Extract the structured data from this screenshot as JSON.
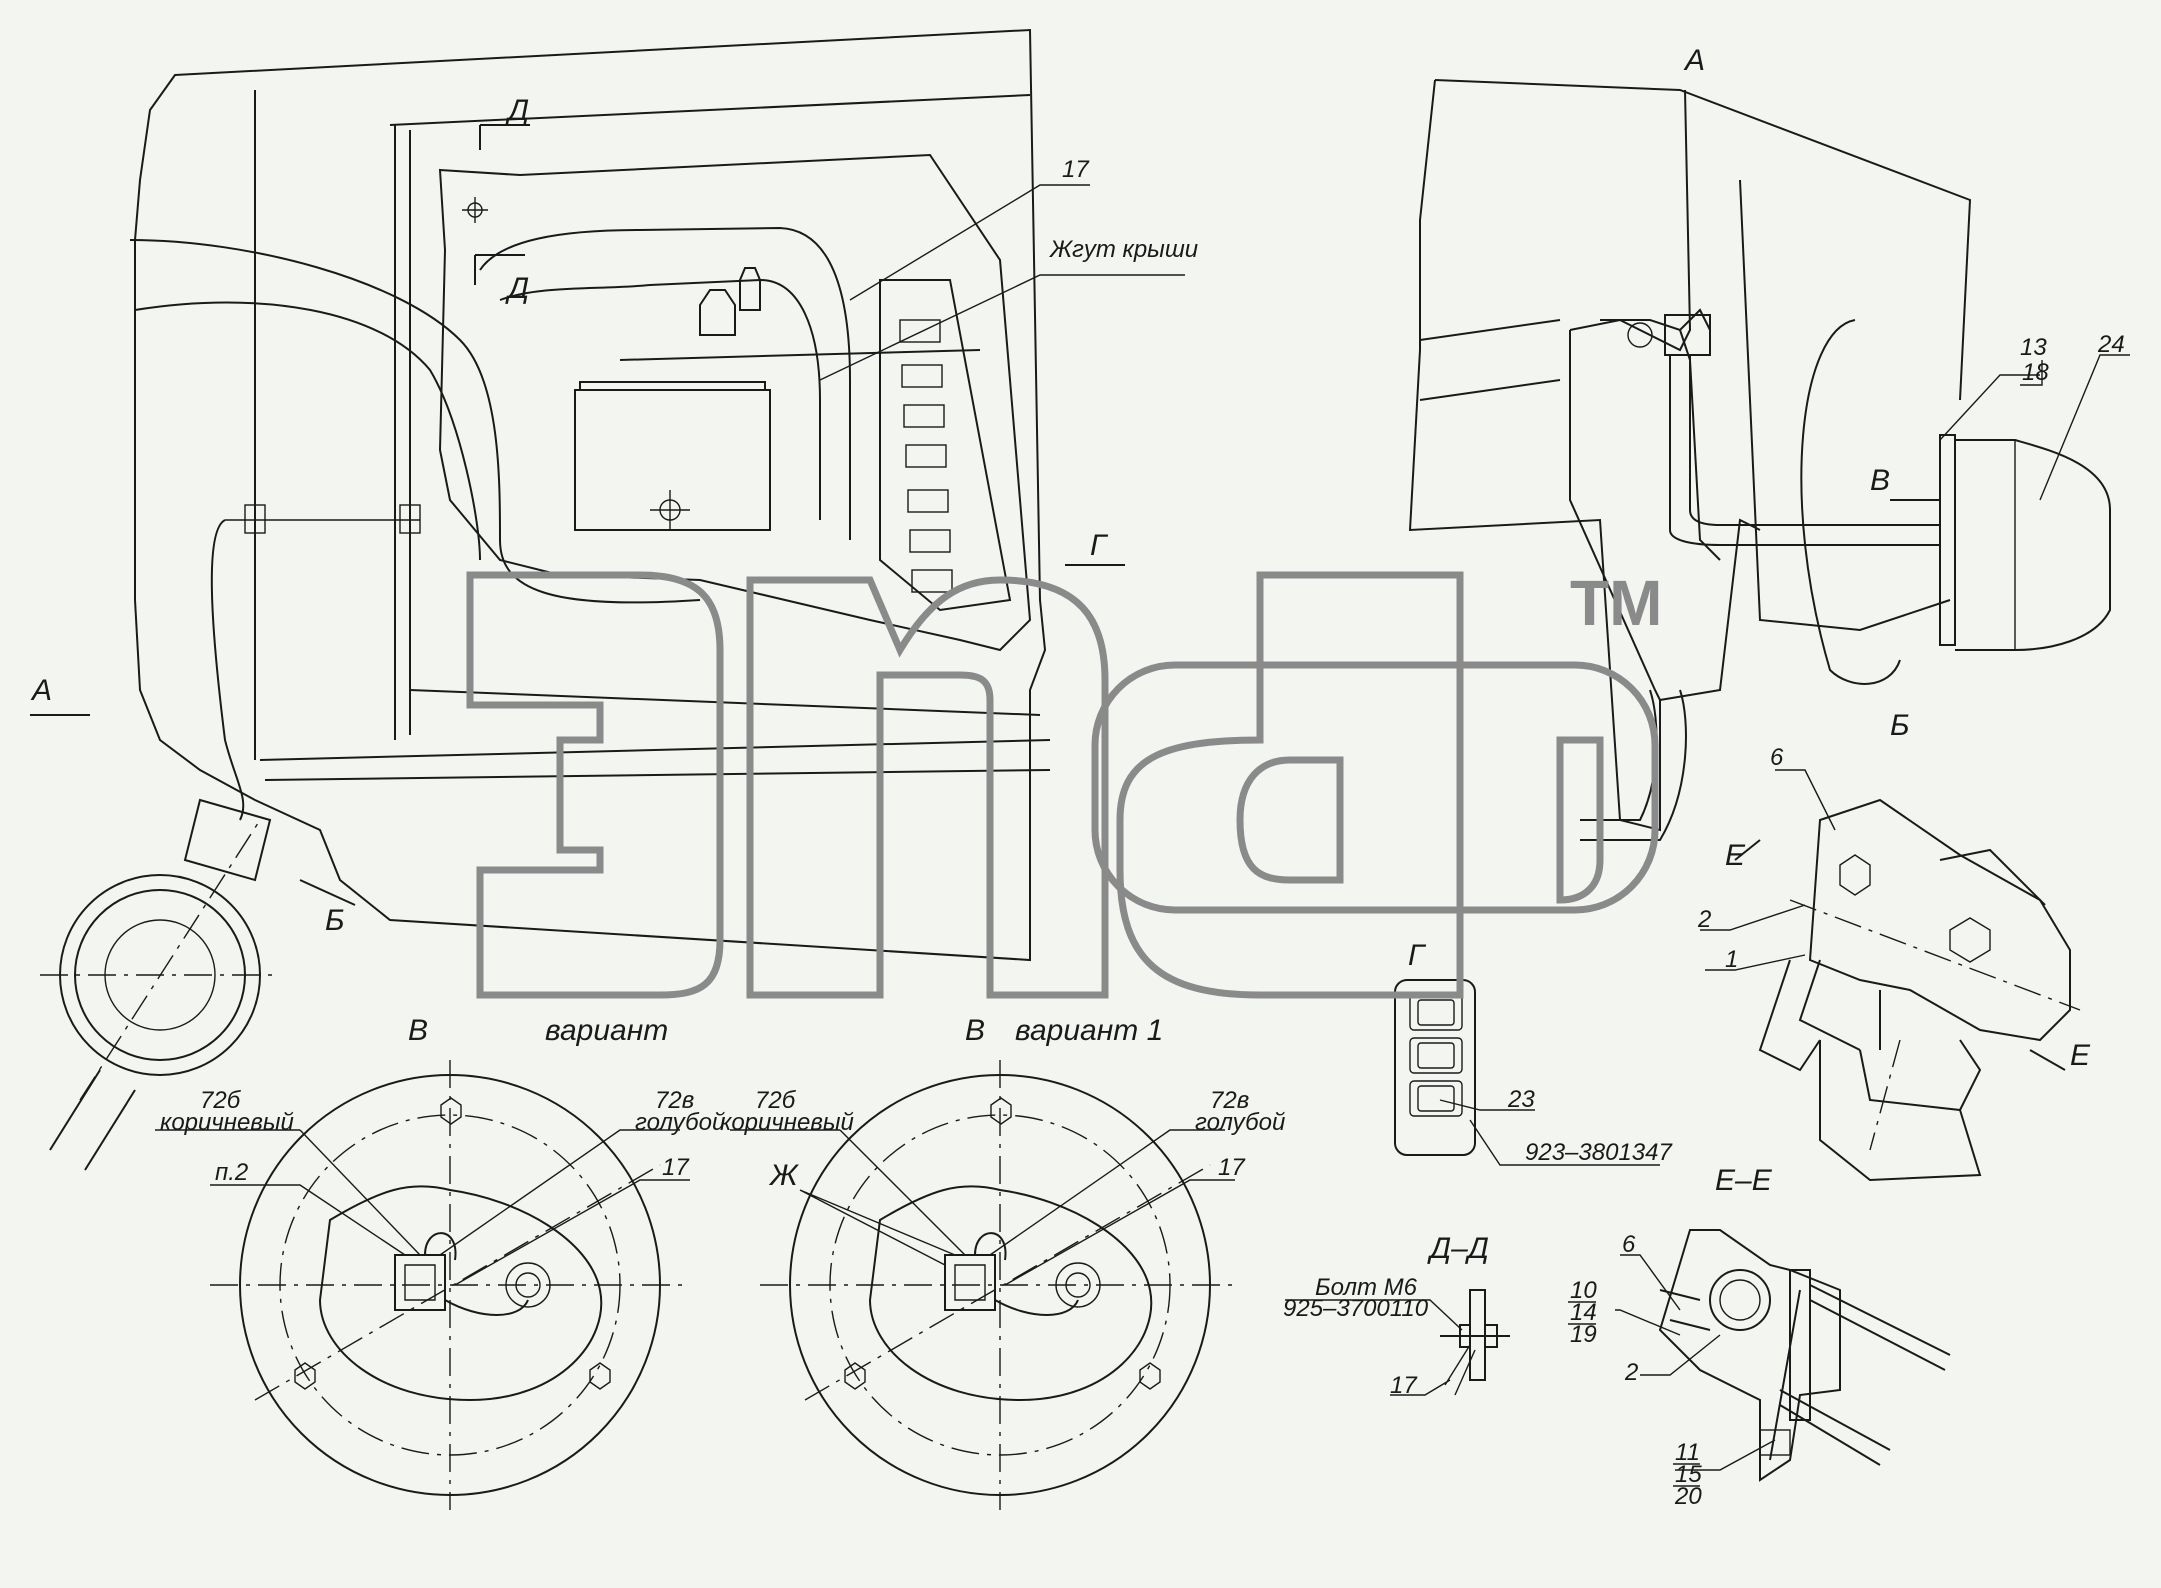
{
  "labels": {
    "view_A_top": "А",
    "arrow_A": "А",
    "arrow_B_left": "Б",
    "arrow_G": "Г",
    "arrow_D_top": "Д",
    "arrow_D_bottom": "Д",
    "arrow_V": "В",
    "view_B": "Б",
    "view_G": "Г",
    "section_DD": "Д–Д",
    "section_EE": "Е–Е",
    "e_top": "Е",
    "e_bottom": "Е",
    "zh": "Ж",
    "item_17_top": "17",
    "roof_harness": "Жгут крыши",
    "item_13": "13",
    "item_18": "18",
    "item_24": "24",
    "item_6_b": "6",
    "item_2_b": "2",
    "item_1_b": "1",
    "item_23": "23",
    "part_923": "923–3801347",
    "bolt_m6": "Болт М6",
    "part_925": "925–3700110",
    "item_17_dd": "17",
    "item_6_ee": "6",
    "item_10": "10",
    "item_14": "14",
    "item_19": "19",
    "item_2_ee": "2",
    "item_11": "11",
    "item_15": "15",
    "item_20": "20",
    "v1_title_letter": "В",
    "v1_title": "вариант",
    "v1_wire_72b": "72б",
    "v1_brown": "коричневый",
    "v1_wire_72v": "72в",
    "v1_blue": "голубой",
    "v1_p2": "п.2",
    "v1_17": "17",
    "v2_title_letter": "В",
    "v2_title": "вариант 1",
    "v2_wire_72b": "72б",
    "v2_brown": "коричневый",
    "v2_wire_72v": "72в",
    "v2_blue": "голубой",
    "v2_17": "17",
    "watermark": "эпф",
    "tm": "TM"
  }
}
